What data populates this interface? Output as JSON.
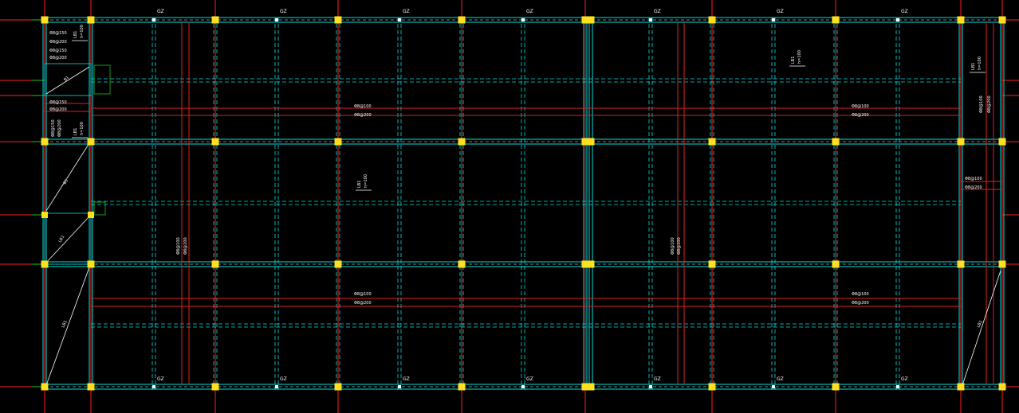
{
  "drawing": {
    "background": "#000000",
    "colors": {
      "axis": "#ff2020",
      "beam_outline": "#00e0e0",
      "beam_dash": "#ffffff",
      "rebar": "#e02020",
      "column": "#ffe020",
      "annotation": "#ffffff",
      "dim_green": "#20c020"
    },
    "labels": {
      "gz": "GZ",
      "rebar_a": "Φ8@100",
      "rebar_b": "Φ8@200",
      "rebar_left_1": "Φ8@150",
      "rebar_left_2": "Φ8@200",
      "slab_thickness": "h=100",
      "slab_tag": "LB1",
      "small_tag": "B1"
    }
  }
}
